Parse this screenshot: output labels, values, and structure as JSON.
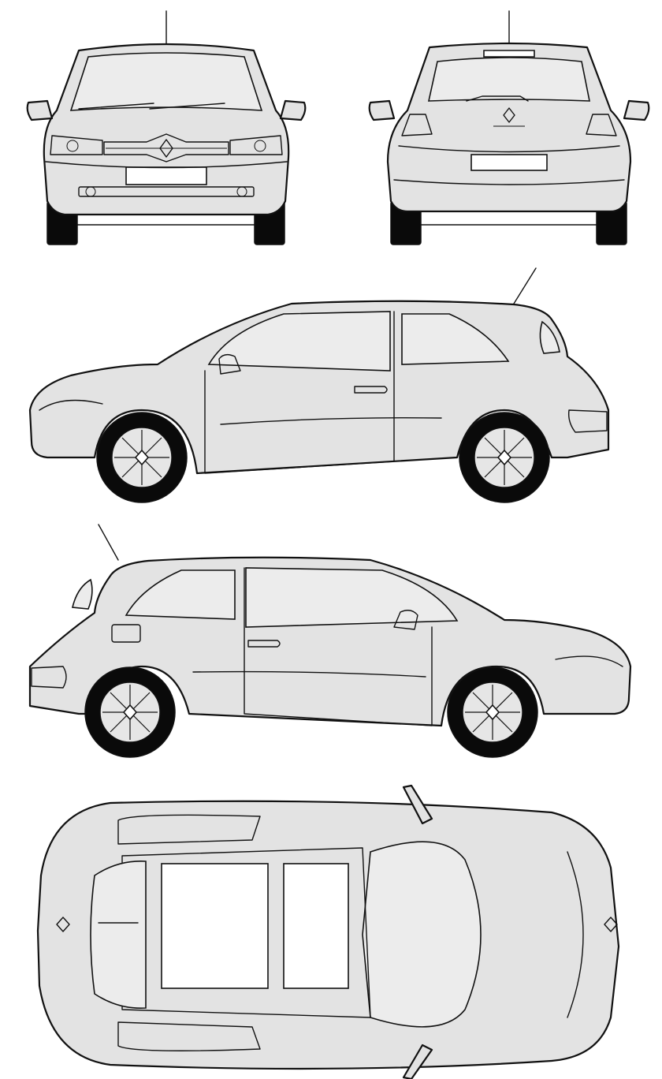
{
  "colors": {
    "body_fill": "#e3e3e3",
    "glass_fill": "#ececec",
    "outline": "#111111",
    "tire": "#0a0a0a",
    "background": "#ffffff"
  },
  "views": [
    {
      "name": "front-view"
    },
    {
      "name": "rear-view"
    },
    {
      "name": "left-side-view"
    },
    {
      "name": "right-side-view"
    },
    {
      "name": "top-view"
    }
  ]
}
